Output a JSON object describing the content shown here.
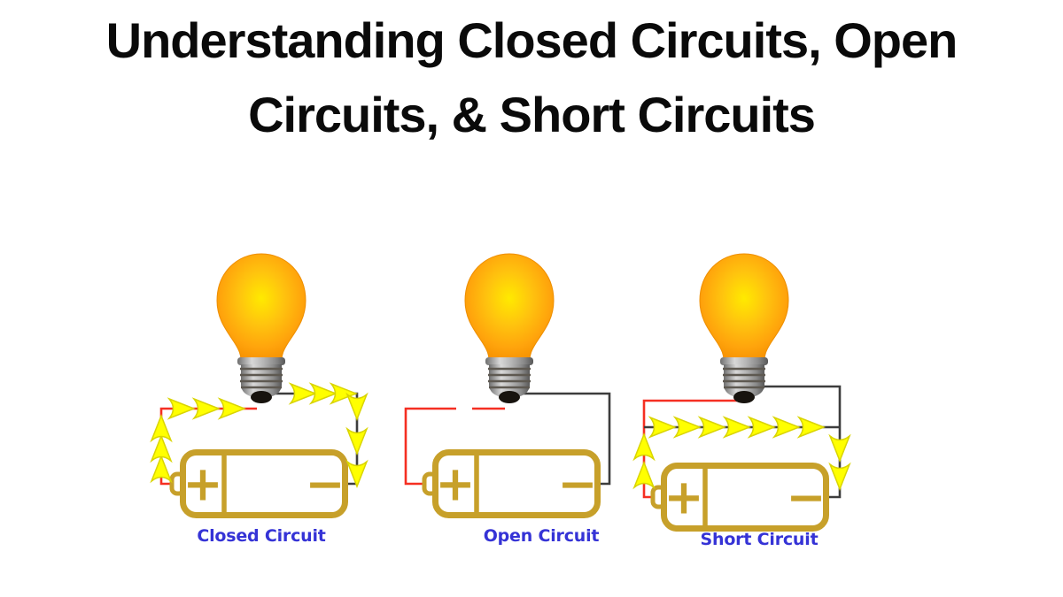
{
  "title": {
    "line1": "Understanding Closed Circuits, Open",
    "line2": "Circuits, & Short Circuits"
  },
  "circuits": [
    {
      "label": "Closed Circuit",
      "bulb_state": "lit",
      "has_current_arrows": true,
      "wire_break": false,
      "short_wire": false
    },
    {
      "label": "Open Circuit",
      "bulb_state": "lit",
      "has_current_arrows": false,
      "wire_break": true,
      "short_wire": false
    },
    {
      "label": "Short Circuit",
      "bulb_state": "lit",
      "has_current_arrows": true,
      "wire_break": false,
      "short_wire": true
    }
  ],
  "battery": {
    "positive_label": "+",
    "negative_label": "−"
  },
  "icons": {
    "bulb": "light-bulb-icon",
    "battery": "battery-icon",
    "current_arrow": "current-arrow-icon"
  },
  "colors": {
    "background": "#FFFFFF",
    "title_text": "#0A0A0A",
    "label_blue": "#3533D6",
    "battery_gold": "#C7A02A",
    "positive_wire_red": "#F52F22",
    "negative_wire_black": "#3D3D3D",
    "arrow_yellow": "#FFFF00",
    "bulb_glow_center": "#FFEA00",
    "bulb_orange": "#F58F00"
  }
}
